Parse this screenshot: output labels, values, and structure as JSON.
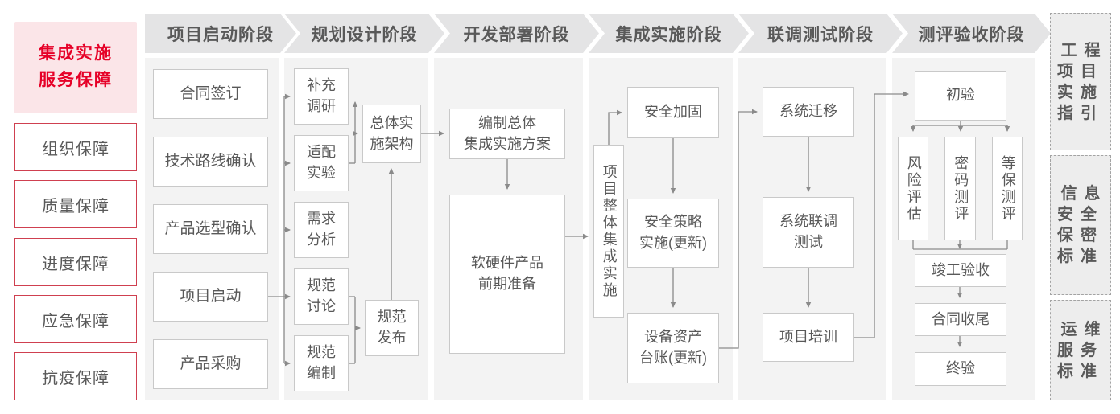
{
  "sidebar": {
    "title": "集成实施\n服务保障",
    "items": [
      "组织保障",
      "质量保障",
      "进度保障",
      "应急保障",
      "抗疫保障"
    ],
    "title_color": "#e60027",
    "title_bg": "#fbe5e8",
    "item_border_color": "#cf4050"
  },
  "phases": [
    {
      "label": "项目启动阶段",
      "nodes": [
        "合同签订",
        "技术路线确认",
        "产品选型确认",
        "项目启动",
        "产品采购"
      ]
    },
    {
      "label": "规划设计阶段",
      "nodes": [
        "补充\n调研",
        "适配\n实验",
        "需求\n分析",
        "规范\n讨论",
        "规范\n编制",
        "总体实\n施架构",
        "规范\n发布"
      ]
    },
    {
      "label": "开发部署阶段",
      "nodes": [
        "编制总体\n集成实施方案",
        "软硬件产品\n前期准备"
      ]
    },
    {
      "label": "集成实施阶段",
      "nodes": [
        "项目整体集成实施",
        "安全加固",
        "安全策略\n实施(更新)",
        "设备资产\n台账(更新)"
      ]
    },
    {
      "label": "联调测试阶段",
      "nodes": [
        "系统迁移",
        "系统联调\n测试",
        "项目培训"
      ]
    },
    {
      "label": "测评验收阶段",
      "nodes": [
        "初验",
        "风险评估",
        "密码测评",
        "等保测评",
        "竣工验收",
        "合同收尾",
        "终验"
      ]
    }
  ],
  "standards": [
    "工程\n项目\n实施\n指引",
    "信息\n安全\n保密\n标准",
    "运维\n服务\n标准"
  ],
  "flow_edges": [
    "项目启动→补充调研",
    "项目启动→适配实验",
    "项目启动→需求分析",
    "项目启动→规范讨论",
    "项目启动→规范编制",
    "适配实验→补充调研",
    "适配实验→总体实施架构",
    "规范讨论→规范发布",
    "规范编制→规范发布",
    "规范发布→总体实施架构",
    "总体实施架构→编制总体集成实施方案",
    "编制总体集成实施方案→软硬件产品前期准备",
    "软硬件产品前期准备→项目整体集成实施",
    "项目整体集成实施→安全加固",
    "安全加固→安全策略实施(更新)",
    "安全策略实施(更新)→设备资产台账(更新)",
    "设备资产台账(更新)→系统迁移",
    "系统迁移→系统联调测试",
    "系统联调测试→项目培训",
    "项目培训→初验",
    "初验→风险评估",
    "初验→密码测评",
    "初验→等保测评",
    "风险评估→竣工验收",
    "密码测评→竣工验收",
    "等保测评→竣工验收",
    "竣工验收→合同收尾",
    "合同收尾→终验"
  ],
  "colors": {
    "panel_bg": "#f3f3f3",
    "chevron_bg": "#e4e4e5",
    "node_border": "#c9c9c9",
    "node_text": "#595959",
    "connector": "#8a8a8a",
    "standard_bg": "#ededed",
    "standard_border": "#a3a3a3"
  }
}
